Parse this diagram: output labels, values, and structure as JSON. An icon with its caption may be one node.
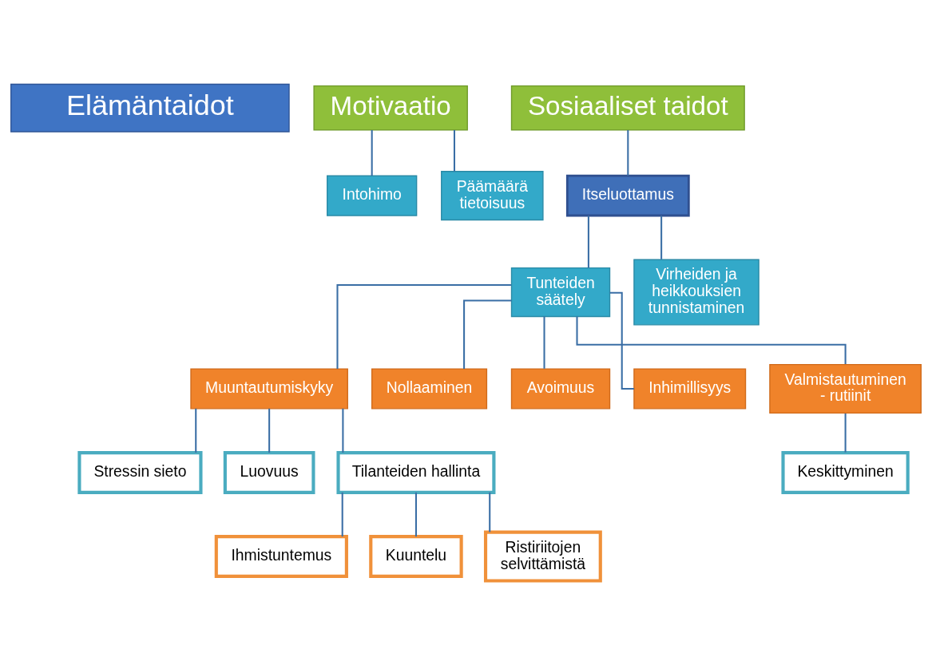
{
  "diagram": {
    "nodes": [
      {
        "text": [
          "Elämäntaidot"
        ]
      },
      {
        "text": [
          "Motivaatio"
        ]
      },
      {
        "text": [
          "Sosiaaliset taidot"
        ]
      },
      {
        "text": [
          "Itseluottamus"
        ]
      },
      {
        "text": [
          "Intohimo"
        ]
      },
      {
        "text": [
          "Päämäärä tietoisuus"
        ]
      },
      {
        "text": [
          "Tunteiden säätely"
        ]
      },
      {
        "text": [
          "Virheiden ja heikkouksien tunnistaminen"
        ]
      },
      {
        "text": [
          "Muuntautumiskyky"
        ]
      },
      {
        "text": [
          "Nollaaminen"
        ]
      },
      {
        "text": [
          "Avoimuus"
        ]
      },
      {
        "text": [
          "Inhimillisyys"
        ]
      },
      {
        "text": [
          "Valmistautuminen - rutiinit"
        ]
      },
      {
        "text": [
          "Stressin sieto"
        ]
      },
      {
        "text": [
          "Luovuus"
        ]
      },
      {
        "text": [
          "Tilanteiden hallinta"
        ]
      },
      {
        "text": [
          "Keskittyminen"
        ]
      },
      {
        "text": [
          "Ihmistuntemus"
        ]
      },
      {
        "text": [
          "Kuuntelu"
        ]
      },
      {
        "text": [
          "Ristiriitojen selvittämistä"
        ]
      }
    ],
    "edges": [
      {
        "from": 1,
        "to": 4,
        "arrow": "none"
      },
      {
        "from": 1,
        "to": 5,
        "arrow": "none"
      },
      {
        "from": 2,
        "to": 3,
        "arrow": "none"
      },
      {
        "from": 3,
        "to": 6,
        "arrow": "none"
      },
      {
        "from": 3,
        "to": 7,
        "arrow": "none"
      },
      {
        "from": 6,
        "to": 8,
        "arrow": "none"
      },
      {
        "from": 6,
        "to": 9,
        "arrow": "none"
      },
      {
        "from": 6,
        "to": 10,
        "arrow": "none"
      },
      {
        "from": 6,
        "to": 11,
        "arrow": "none"
      },
      {
        "from": 6,
        "to": 12,
        "arrow": "none"
      },
      {
        "from": 8,
        "to": 13,
        "arrow": "none"
      },
      {
        "from": 8,
        "to": 14,
        "arrow": "none"
      },
      {
        "from": 8,
        "to": 15,
        "arrow": "none"
      },
      {
        "from": 12,
        "to": 16,
        "arrow": "none"
      },
      {
        "from": 15,
        "to": 17,
        "arrow": "none"
      },
      {
        "from": 15,
        "to": 18,
        "arrow": "none"
      },
      {
        "from": 15,
        "to": 19,
        "arrow": "none"
      }
    ]
  }
}
